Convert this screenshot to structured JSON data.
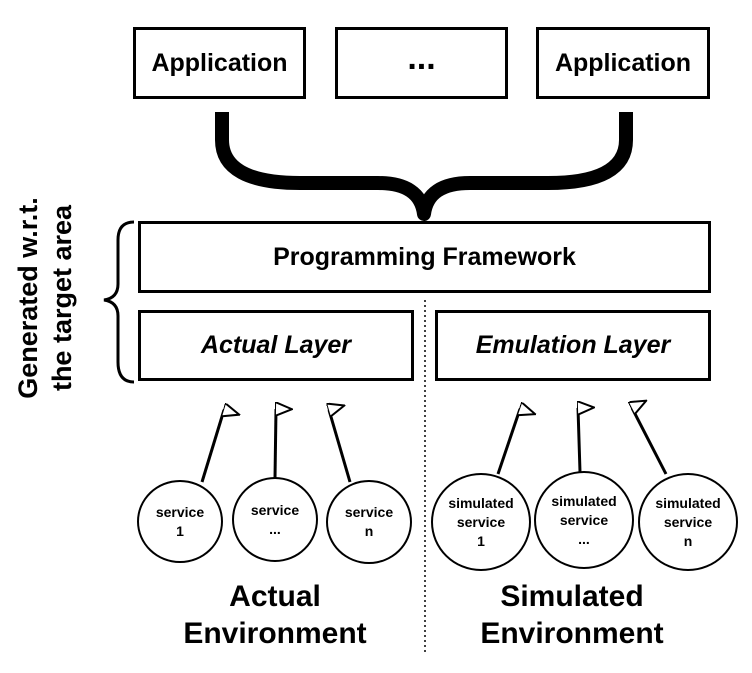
{
  "applications": {
    "left_label": "Application",
    "middle_label": "...",
    "right_label": "Application"
  },
  "framework_label": "Programming Framework",
  "actual_layer_label": "Actual Layer",
  "emulation_layer_label": "Emulation Layer",
  "side_label": {
    "line1": "Generated w.r.t.",
    "line2": "the target area"
  },
  "actual_services": [
    {
      "line1": "service",
      "line2": "1"
    },
    {
      "line1": "service",
      "line2": "..."
    },
    {
      "line1": "service",
      "line2": "n"
    }
  ],
  "simulated_services": [
    {
      "line1": "simulated",
      "line2": "service",
      "line3": "1"
    },
    {
      "line1": "simulated",
      "line2": "service",
      "line3": "..."
    },
    {
      "line1": "simulated",
      "line2": "service",
      "line3": "n"
    }
  ],
  "actual_environment": {
    "line1": "Actual",
    "line2": "Environment"
  },
  "simulated_environment": {
    "line1": "Simulated",
    "line2": "Environment"
  }
}
